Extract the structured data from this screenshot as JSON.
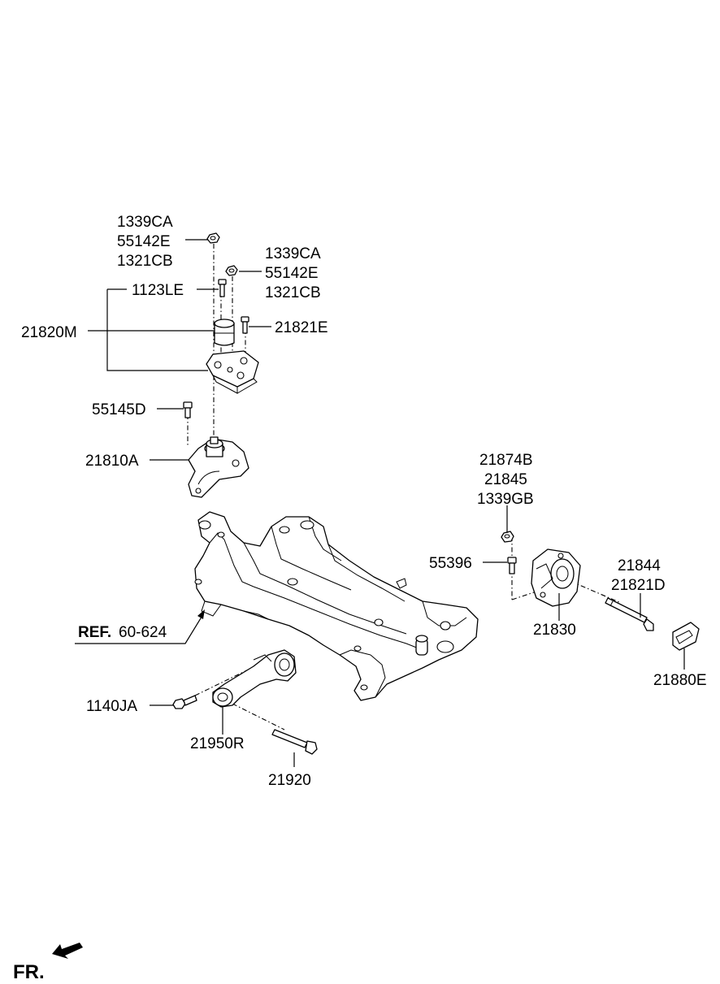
{
  "labels": {
    "upper_nut_1a": "1339CA",
    "upper_nut_1b": "55142E",
    "upper_nut_1c": "1321CB",
    "upper_nut_2a": "1339CA",
    "upper_nut_2b": "55142E",
    "upper_nut_2c": "1321CB",
    "bolt_1123le": "1123LE",
    "mount_21820m": "21820M",
    "bolt_21821e": "21821E",
    "bolt_55145d": "55145D",
    "bracket_21810a": "21810A",
    "nut_21874b": "21874B",
    "nut_21845": "21845",
    "nut_1339gb": "1339GB",
    "bolt_55396": "55396",
    "bolt_21844": "21844",
    "bolt_21821d": "21821D",
    "mount_21830": "21830",
    "cover_21880e": "21880E",
    "bolt_1140ja": "1140JA",
    "rod_21950r": "21950R",
    "bolt_21920": "21920",
    "ref_bold": "REF.",
    "ref_num": "60-624"
  },
  "front_indicator": {
    "label": "FR.",
    "icon": "front-arrow-icon"
  },
  "colors": {
    "line": "#000000",
    "background": "#ffffff"
  }
}
